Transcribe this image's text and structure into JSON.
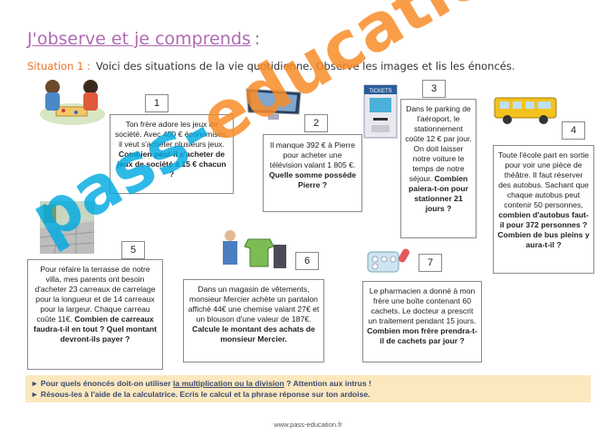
{
  "header": {
    "title": "J'observe et je comprends",
    "title_colon": ":",
    "situation_label": "Situation 1 :",
    "situation_text": "Voici des situations de la vie quotidienne. Observe les images et lis les énoncés."
  },
  "cards": [
    {
      "number": "1",
      "text": "Ton frère adore les jeux de société. Avec 450 € économisés, il veut s'acheter plusieurs jeux.",
      "question": "Combien peut-il s'acheter de jeux de société à 15 € chacun ?"
    },
    {
      "number": "2",
      "text": "Il manque 392 € à Pierre pour acheter une télévision valant 1 805 €.",
      "question": "Quelle somme possède Pierre ?"
    },
    {
      "number": "3",
      "text": "Dans le parking de l'aéroport, le stationnement coûte 12 € par jour. On doit laisser notre voiture le temps de notre séjour.",
      "question": "Combien paiera-t-on pour stationner 21 jours ?"
    },
    {
      "number": "4",
      "text": "Toute l'école part en sortie pour voir une pièce de théâtre. Il faut réserver des autobus. Sachant que chaque autobus peut contenir 50 personnes,",
      "question": "combien d'autobus faut-il pour 372 personnes ? Combien de bus pleins y aura-t-il ?"
    },
    {
      "number": "5",
      "text": "Pour refaire la terrasse de notre villa, mes parents ont besoin d'acheter 23 carreaux de carrelage pour la longueur et de 14 carreaux pour la largeur. Chaque carreau coûte 11€.",
      "question": "Combien de carreaux faudra-t-il en tout ? Quel montant devront-ils payer ?"
    },
    {
      "number": "6",
      "text": "Dans un magasin de vêtements, monsieur Mercier achète un pantalon affiché 44€ une chemise valant 27€ et un blouson d'une valeur de 187€.",
      "question": "Calcule le montant des achats de monsieur Mercier."
    },
    {
      "number": "7",
      "text": "Le pharmacien a donné à mon frère une boîte contenant 60 cachets. Le docteur a prescrit un traitement pendant 15 jours.",
      "question": "Combien mon frère prendra-t-il de cachets par jour ?"
    }
  ],
  "pictures": {
    "ticket_label": "TICKETS"
  },
  "footer": {
    "line1_arrow": "►",
    "line1_a": "Pour quels énoncés doit-on utiliser ",
    "line1_b": "la multiplication ou la division",
    "line1_c": " ? Attention aux intrus !",
    "line2_arrow": "►",
    "line2": "Résous-les à l'aide de la calculatrice. Ecris le calcul et la phrase réponse sur ton ardoise."
  },
  "site": "www.pass-education.fr",
  "watermark": {
    "part1": "pass-",
    "part2": "education"
  },
  "colors": {
    "title": "#b06ab3",
    "situation": "#e8742a",
    "footer_bg": "#fbe8bf",
    "watermark_blue": "#00aae1",
    "watermark_orange": "#f88c28"
  }
}
